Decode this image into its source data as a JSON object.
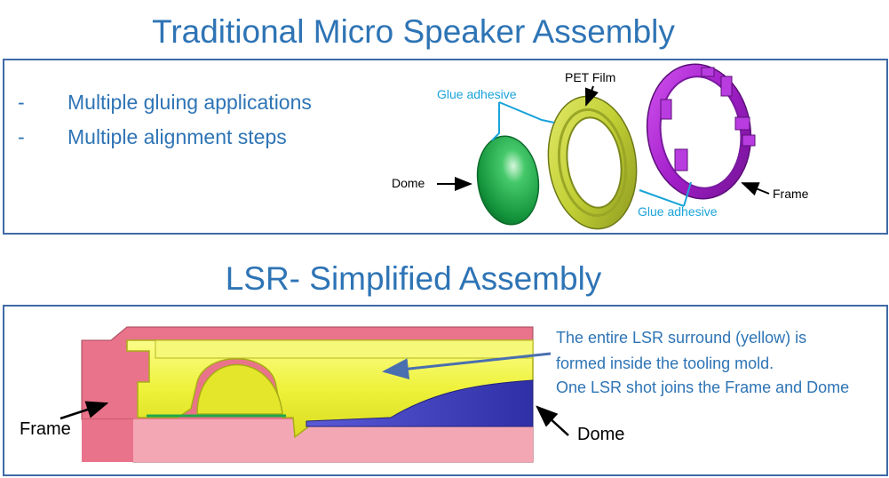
{
  "top": {
    "title": "Traditional Micro Speaker Assembly",
    "bullets": [
      {
        "marker": "-",
        "text": "Multiple gluing applications"
      },
      {
        "marker": "-",
        "text": "Multiple alignment steps"
      }
    ],
    "labels": {
      "glue_adhesive_top": "Glue adhesive",
      "pet_film": "PET Film",
      "dome": "Dome",
      "frame": "Frame",
      "glue_adhesive_bottom": "Glue adhesive"
    }
  },
  "bottom": {
    "title": "LSR- Simplified Assembly",
    "labels": {
      "frame": "Frame",
      "dome": "Dome"
    },
    "note_lines": [
      "The entire LSR surround (yellow) is",
      "formed inside the tooling mold.",
      "One LSR shot joins the Frame and Dome"
    ]
  },
  "colors": {
    "title": "#2e74b5",
    "callout": "#1aa3d9",
    "dome_green": "#1fa84a",
    "pet_film": "#c7d43a",
    "frame_purple": "#a21fc9",
    "lsr_yellow": "#f2f53a",
    "frame_pink": "#e9738a",
    "dome_blue": "#3a3ab8"
  }
}
